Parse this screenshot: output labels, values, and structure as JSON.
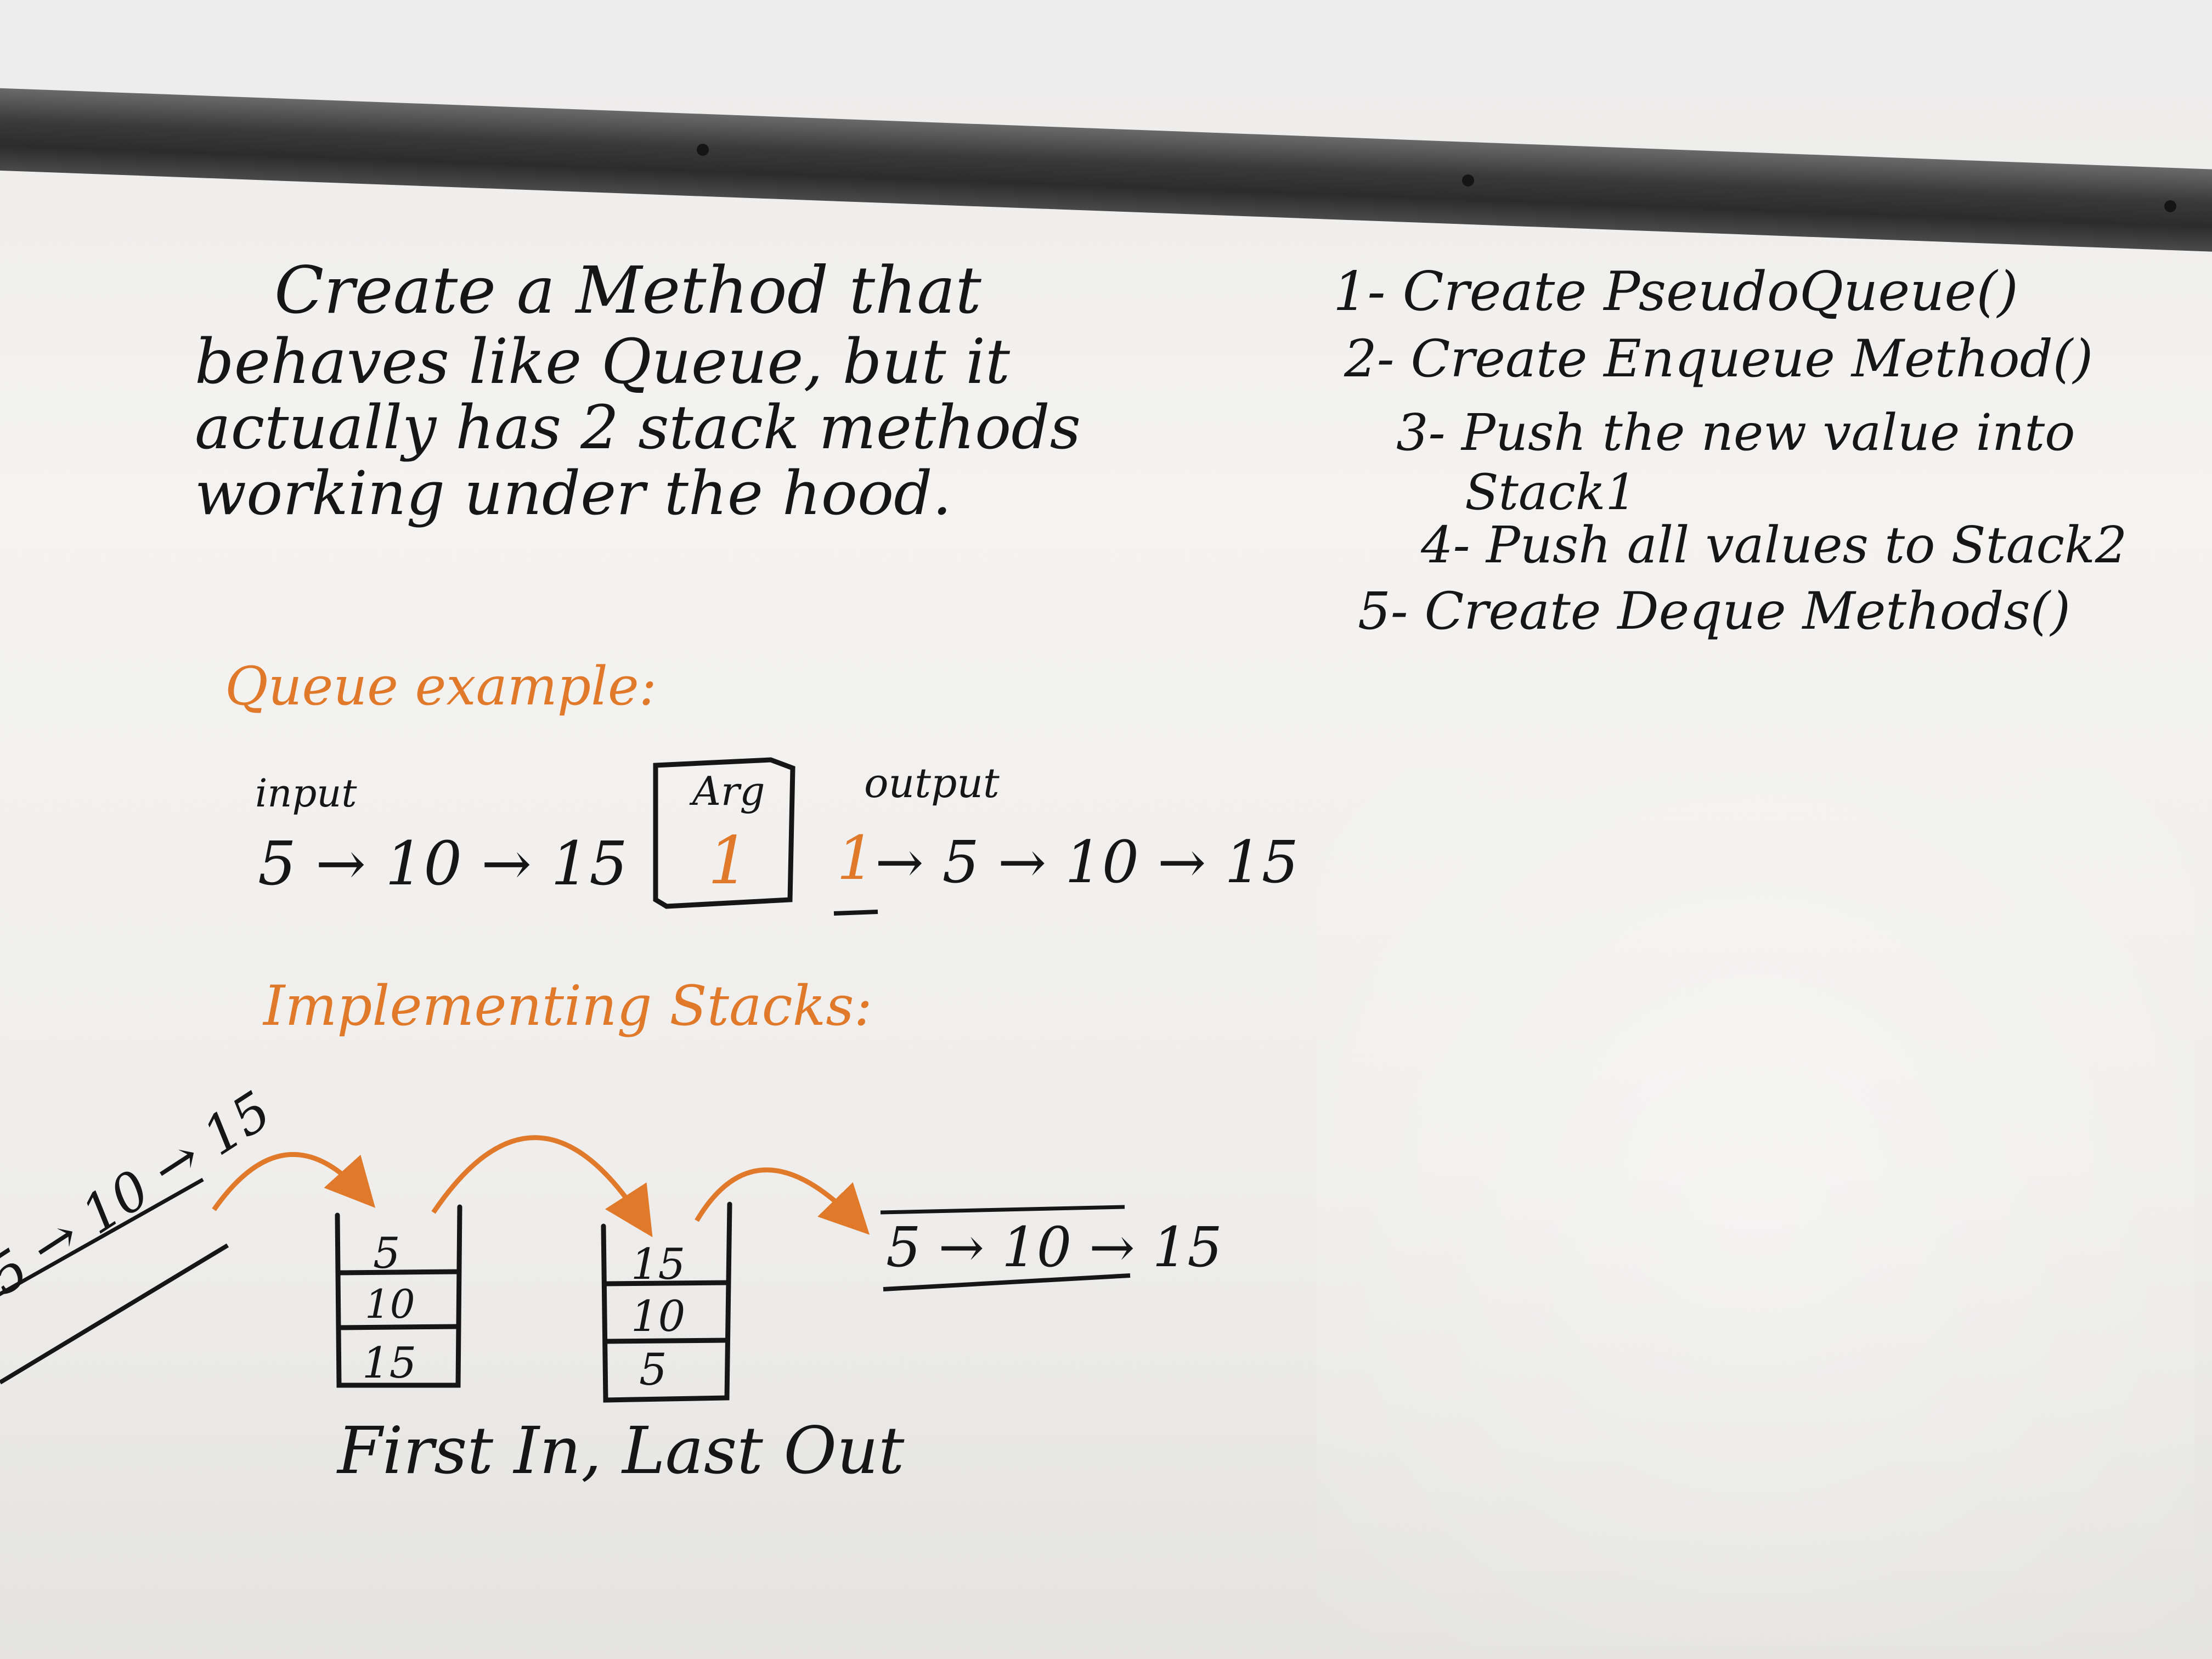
{
  "problem_statement": {
    "line1": "Create a Method that",
    "line2": "behaves like Queue, but it",
    "line3": "actually has 2 stack methods",
    "line4": "working under the hood."
  },
  "steps": [
    {
      "text": "1- Create PseudoQueue()"
    },
    {
      "text": "2- Create Enqueue Method()"
    },
    {
      "text": "3- Push the new value into"
    },
    {
      "text": "Stack1"
    },
    {
      "text": "4- Push all values to Stack2"
    },
    {
      "text": "5- Create Deque Methods()"
    }
  ],
  "queue_example": {
    "heading": "Queue example:",
    "input_label": "input",
    "input_value": "5 → 10 → 15",
    "arg_label": "Arg",
    "arg_value": "1",
    "output_label": "output",
    "output_first": "1",
    "output_rest": "→ 5 → 10 → 15"
  },
  "implementing": {
    "heading": "Implementing Stacks:",
    "incoming": "5 → 10 → 15",
    "stack1": [
      "5",
      "10",
      "15"
    ],
    "stack2": [
      "15",
      "10",
      "5"
    ],
    "result": "5 → 10 → 15",
    "caption": "First In, Last Out"
  },
  "colors": {
    "ink": "#161616",
    "orange_marker": "#e07a2a",
    "board": "#f2f1ef",
    "rail": "#2f2f2f"
  }
}
